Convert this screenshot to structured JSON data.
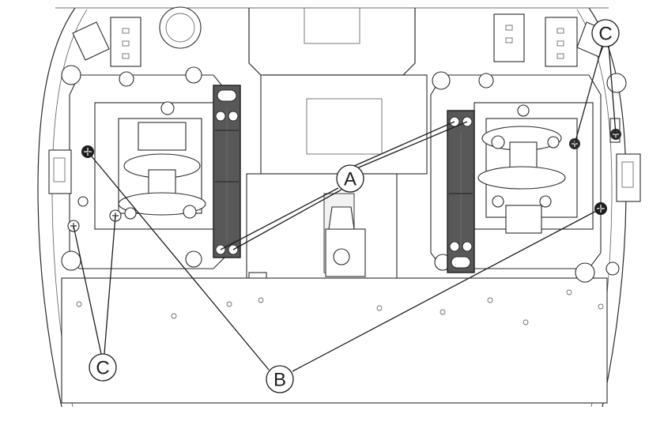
{
  "callouts": {
    "a": "A",
    "b": "B",
    "c_left": "C",
    "c_right": "C"
  },
  "colors": {
    "line": "#2b2b2b",
    "bracket_fill": "#585858",
    "screw_head": "#1e1e1e"
  }
}
